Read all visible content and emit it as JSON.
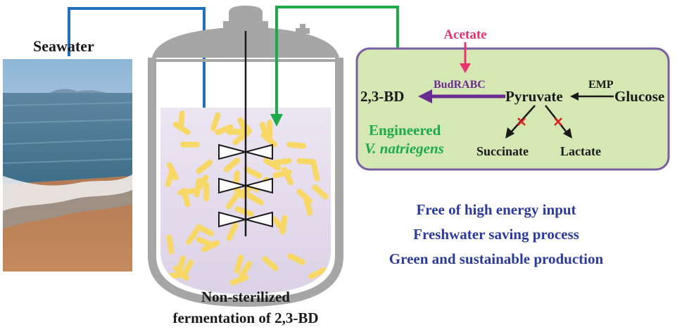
{
  "labels": {
    "seawater": "Seawater",
    "fermentation_line1": "Non-sterilized",
    "fermentation_line2": "fermentation of 2,3-BD",
    "acetate": "Acetate",
    "budrabc": "BudRABC",
    "emp": "EMP",
    "bd": "2,3-BD",
    "pyruvate": "Pyruvate",
    "glucose": "Glucose",
    "succinate": "Succinate",
    "lactate": "Lactate",
    "engineered": "Engineered",
    "strain": "V. natriegens"
  },
  "notes": [
    "Free of high energy input",
    "Freshwater saving process",
    "Green and sustainable production"
  ],
  "colors": {
    "flow_seawater": "#1f6fbf",
    "flow_cell": "#1daa4a",
    "acetate": "#e8336d",
    "budrabc": "#6a2c91",
    "cell_fill": "#d5e8b4",
    "cell_border": "#7a5da3",
    "block_mark": "#e02020",
    "bacteria": "#f7d866",
    "vessel": "#a6a6a6",
    "notes_text": "#2b3a9e",
    "engineered_text": "#1daa4a"
  },
  "icons": [
    "impeller-icon",
    "block-x-icon"
  ]
}
